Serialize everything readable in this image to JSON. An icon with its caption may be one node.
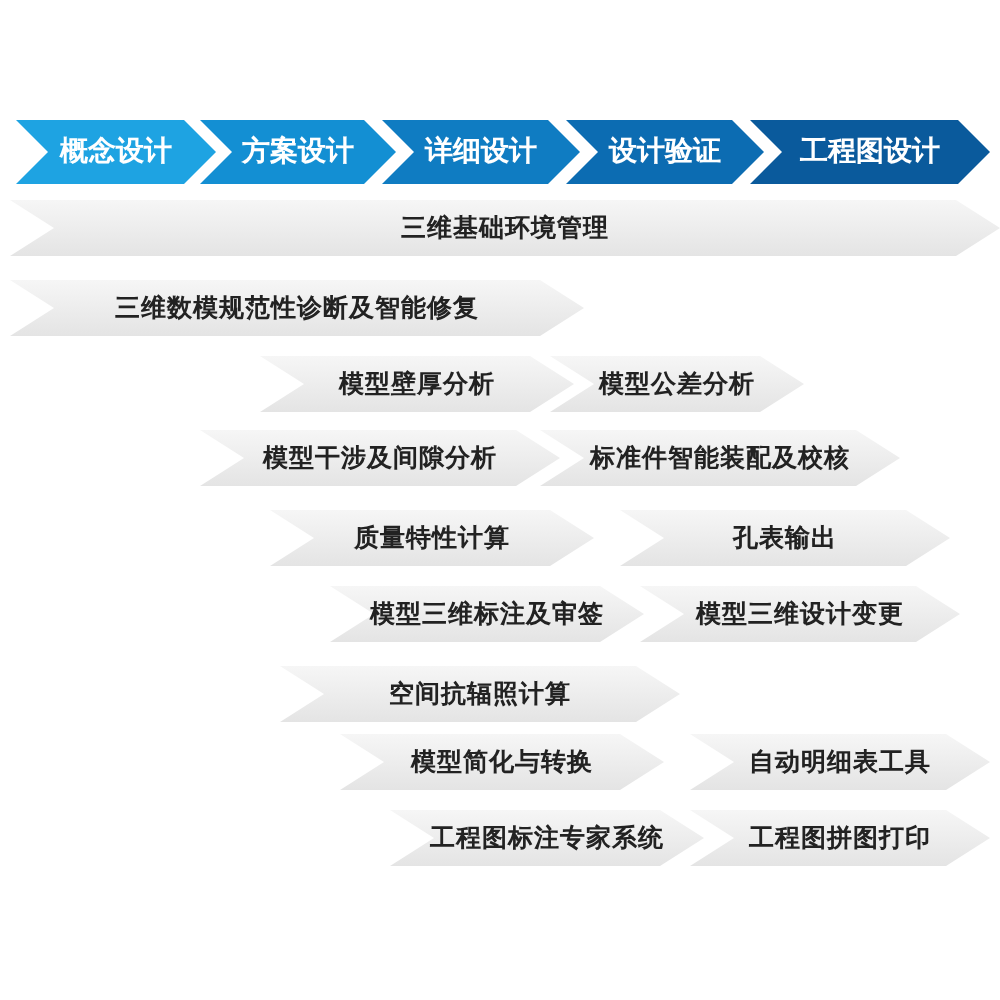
{
  "diagram": {
    "nodes": [
      {
        "text": [
          "概念设计"
        ]
      },
      {
        "text": [
          "方案设计"
        ]
      },
      {
        "text": [
          "详细设计"
        ]
      },
      {
        "text": [
          "设计验证"
        ]
      },
      {
        "text": [
          "工程图设计"
        ]
      },
      {
        "text": [
          "三维基础环境管理"
        ]
      },
      {
        "text": [
          "三维数模规范性诊断及智能修复"
        ]
      },
      {
        "text": [
          "模型壁厚分析"
        ]
      },
      {
        "text": [
          "模型公差分析"
        ]
      },
      {
        "text": [
          "模型干涉及间隙分析"
        ]
      },
      {
        "text": [
          "标准件智能装配及校核"
        ]
      },
      {
        "text": [
          "质量特性计算"
        ]
      },
      {
        "text": [
          "孔表输出"
        ]
      },
      {
        "text": [
          "模型三维标注及审签"
        ]
      },
      {
        "text": [
          "模型三维设计变更"
        ]
      },
      {
        "text": [
          "空间抗辐照计算"
        ]
      },
      {
        "text": [
          "模型简化与转换"
        ]
      },
      {
        "text": [
          "自动明细表工具"
        ]
      },
      {
        "text": [
          "工程图标注专家系统"
        ]
      },
      {
        "text": [
          "工程图拼图打印"
        ]
      }
    ]
  }
}
